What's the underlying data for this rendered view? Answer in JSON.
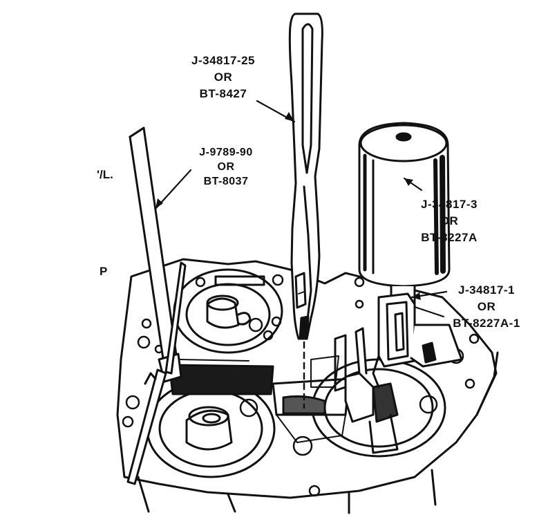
{
  "labels": {
    "tweezers": {
      "line1": "J-34817-25",
      "line2": "OR",
      "line3": "BT-8427"
    },
    "gauge": {
      "line1": "J-9789-90",
      "line2": "OR",
      "line3": "BT-8037"
    },
    "base": {
      "line1": "J-34817-3",
      "line2": "OR",
      "line3": "BT-8227A"
    },
    "bracket": {
      "line1": "J-34817-1",
      "line2": "OR",
      "line3": "BT-8227A-1"
    }
  },
  "edge_fragments": {
    "left_top": "'/L.",
    "left_mid": "P"
  }
}
